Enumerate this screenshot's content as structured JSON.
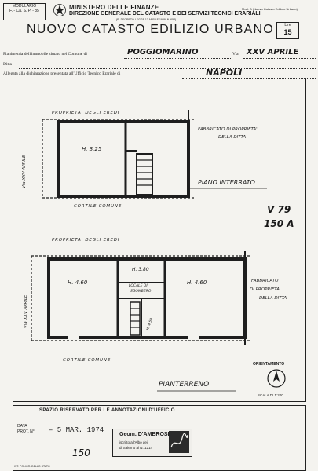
{
  "header": {
    "model_box": [
      "MODULARIO",
      "F. - Ca. S. P. - 85"
    ],
    "ministry": "MINISTERO DELLE FINANZE",
    "direzione": "DIREZIONE GENERALE DEL CATASTO E DEI SERVIZI TECNICI ERARIALI",
    "decreto": "(R. DECRETO-LEGGE 13 APRILE 1939, N. 652)",
    "mod_note": "Mod. B (Nuovo Catasto Edilizio Urbano)",
    "title": "NUOVO CATASTO EDILIZIO URBANO",
    "lire_label": "Lire",
    "lire_value": "15"
  },
  "form": {
    "planimetria_label": "Planimetria dell'immobile situato nel Comune di",
    "comune_value": "POGGIOMARINO",
    "via_label": "Via",
    "via_value": "XXV APRILE",
    "ditta_label": "Ditta",
    "allegata_label": "Allegata alla dichiarazione presentata all'Ufficio Tecnico Erariale di",
    "ufficio_value": "NAPOLI"
  },
  "plan": {
    "upper": {
      "top_neighbor": "PROPRIETA' DEGLI EREDI",
      "room_height": "H. 3.25",
      "right_label_1": "FABBRICATO DI PROPRIETA'",
      "right_label_2": "DELLA DITTA",
      "left_street": "Via XXV APRILE",
      "courtyard": "CORTILE COMUNE",
      "floor_label": "PIANO INTERRATO"
    },
    "ref_code_1": "V 79",
    "ref_code_2": "150 A",
    "lower": {
      "top_neighbor": "PROPRIETA' DEGLI EREDI",
      "room_left_height": "H. 4.60",
      "room_small_height": "H. 3.80",
      "small_room_label_1": "LOCALE DI",
      "small_room_label_2": "SGOMBERO",
      "room_right_height": "H. 4.60",
      "stair_label": "H. 4.50",
      "right_label_1": "FABBRICATO",
      "right_label_2": "DI PROPRIETA'",
      "right_label_3": "DELLA DITTA",
      "left_street": "Via XXV APRILE",
      "courtyard": "CORTILE COMUNE",
      "floor_label": "PIANTERRENO"
    },
    "orientamento": "ORIENTAMENTO",
    "scala": "SCALA DI 1:200"
  },
  "annotations": {
    "title": "SPAZIO RISERVATO PER LE ANNOTAZIONI D'UFFICIO",
    "data_label": "DATA",
    "prot_label": "PROT. N°",
    "date_value": "– 5 MAR. 1974",
    "code_value": "150",
    "stamp_name": "Geom. D'AMBROSI",
    "stamp_line2": "iscritto all'Albo dei",
    "stamp_line3": "di Salerno al N. 1214",
    "print_note": "IST. POLIGR. DELLO STATO"
  }
}
